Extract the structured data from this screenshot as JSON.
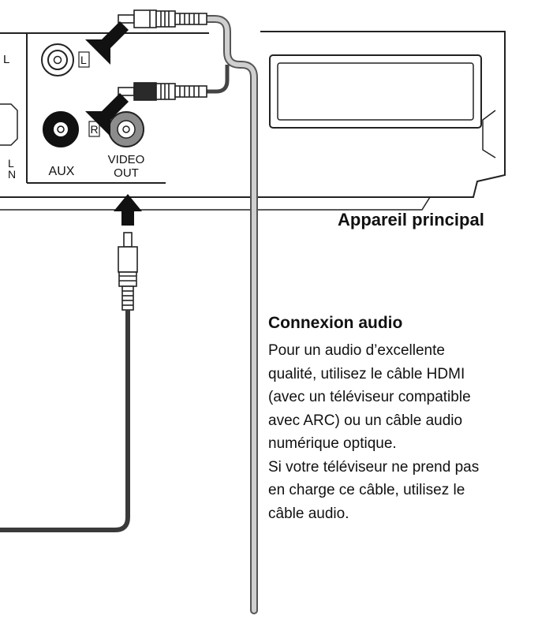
{
  "device": {
    "main_label": "Appareil principal",
    "jack_labels": {
      "l": "L",
      "r": "R",
      "aux": "AUX",
      "video_line1": "VIDEO",
      "video_line2": "OUT",
      "edge_top": "L",
      "edge_bottom_1": "L",
      "edge_bottom_2": "N"
    }
  },
  "audio_note": {
    "heading": "Connexion audio",
    "lines": [
      "Pour un audio d’excellente",
      "qualité, utilisez le câble HDMI",
      "(avec un téléviseur compatible",
      "avec ARC) ou un câble audio",
      "numérique optique.",
      "Si votre téléviseur ne prend pas",
      "en charge ce câble, utilisez le",
      "câble audio."
    ]
  },
  "colors": {
    "ink": "#111111",
    "device_outline": "#222222",
    "grey_cable": "#bdbdbd",
    "dark_cable": "#333333",
    "video_jack": "#8c8c8c"
  }
}
